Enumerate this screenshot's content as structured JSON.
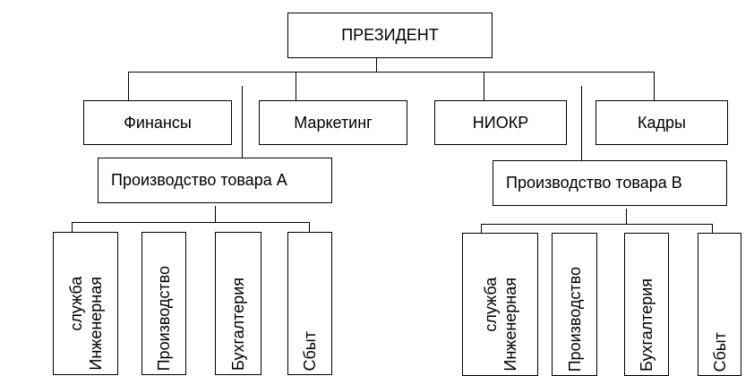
{
  "president": "ПРЕЗИДЕНТ",
  "departments": [
    "Финансы",
    "Маркетинг",
    "НИОКР",
    "Кадры"
  ],
  "divisions": [
    {
      "title": "Производство товара A",
      "units": [
        [
          "Инженерная",
          "служба"
        ],
        [
          "Производство"
        ],
        [
          "Бухгалтерия"
        ],
        [
          "Сбыт"
        ]
      ]
    },
    {
      "title": "Производство товара B",
      "units": [
        [
          "Инженерная",
          "служба"
        ],
        [
          "Производство"
        ],
        [
          "Бухгалтерия"
        ],
        [
          "Сбыт"
        ]
      ]
    }
  ]
}
